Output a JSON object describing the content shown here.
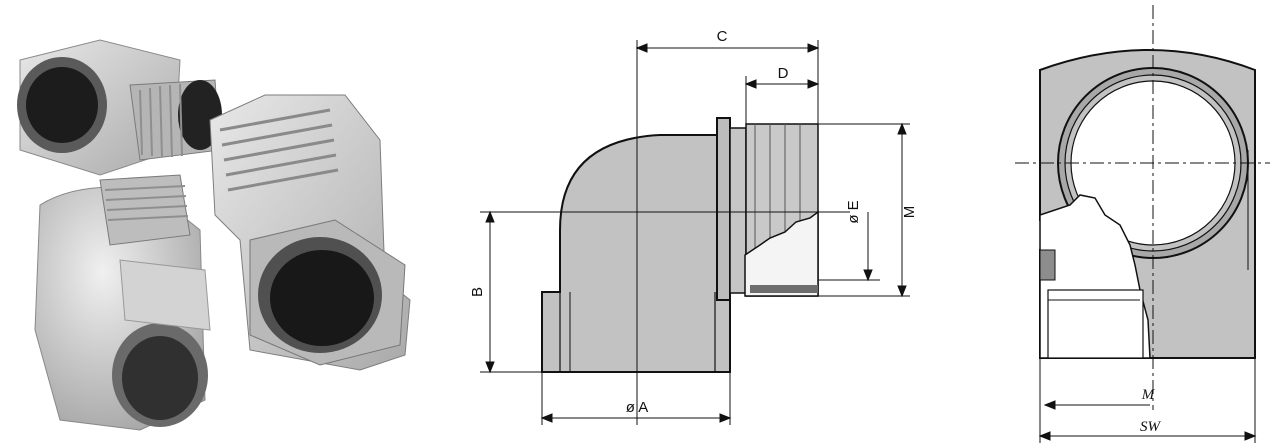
{
  "photo": {
    "icon": "elbow-fittings-photo-icon"
  },
  "side_view": {
    "labels": {
      "C": "C",
      "D": "D",
      "phiE": "ø E",
      "M": "M",
      "B": "B",
      "phiA": "ø A"
    }
  },
  "section_view": {
    "labels": {
      "M": "M",
      "SW": "SW"
    }
  },
  "colors": {
    "body": "#c2c2c2",
    "body_dark": "#8d8d8d",
    "line": "#111111",
    "bore": "#2a2a2a"
  }
}
